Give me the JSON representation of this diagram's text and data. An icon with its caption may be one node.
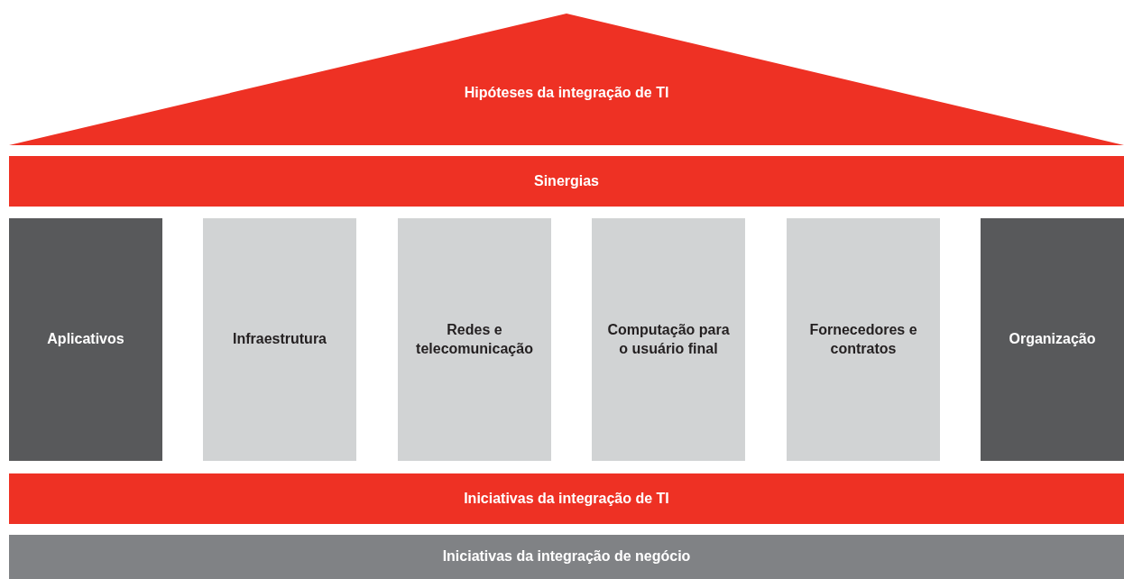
{
  "diagram": {
    "nodes": [
      {
        "text": [
          "Hipóteses da integração de TI"
        ]
      },
      {
        "text": [
          "Sinergias"
        ]
      },
      {
        "text": [
          "Aplicativos"
        ]
      },
      {
        "text": [
          "Infraestrutura"
        ]
      },
      {
        "text": [
          "Redes e telecomunicação"
        ]
      },
      {
        "text": [
          "Computação para o usuário final"
        ]
      },
      {
        "text": [
          "Fornecedores e contratos"
        ]
      },
      {
        "text": [
          "Organização"
        ]
      },
      {
        "text": [
          "Iniciativas da integração de TI"
        ]
      },
      {
        "text": [
          "Iniciativas da integração de negócio"
        ]
      }
    ]
  }
}
